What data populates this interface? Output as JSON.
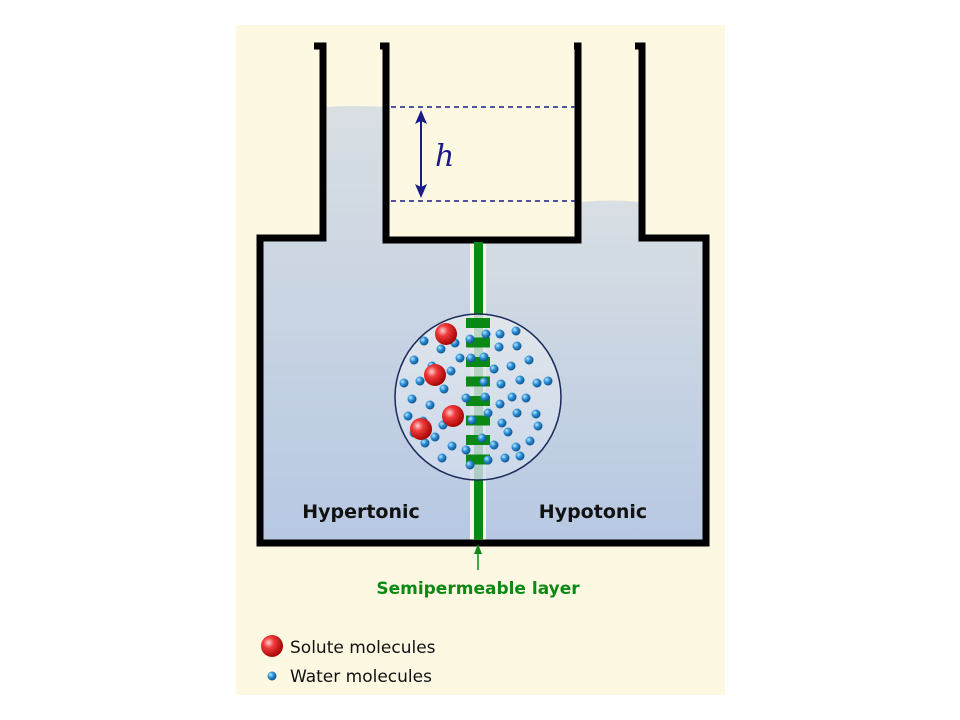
{
  "labels": {
    "height": "h",
    "left_side": "Hypertonic",
    "right_side": "Hypotonic",
    "membrane": "Semipermeable layer"
  },
  "legend": {
    "solute": "Solute molecules",
    "water": "Water molecules"
  },
  "colors": {
    "background": "#fdf8e1",
    "water_top": "#d9dfe3",
    "water_bottom": "#b7c8e3",
    "wall": "#000000",
    "membrane": "#0a8a14",
    "height_marker": "#1a1a8c",
    "solute": "#e01c1c",
    "water_molecule": "#1f7fc4"
  }
}
